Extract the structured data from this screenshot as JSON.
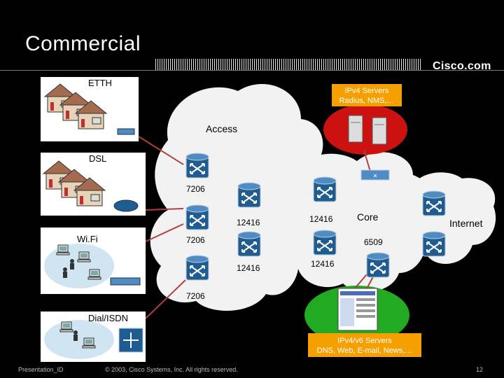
{
  "slide": {
    "title": "Commercial",
    "brand": "Cisco.com",
    "footer_left": "Presentation_ID",
    "footer_center": "© 2003, Cisco Systems, Inc. All rights reserved.",
    "page_number": "12"
  },
  "access_panels": {
    "etth": "ETTH",
    "dsl": "DSL",
    "wifi": "Wi.Fi",
    "dial": "Dial/ISDN"
  },
  "cloud_labels": {
    "access": "Access",
    "core": "Core",
    "internet": "Internet"
  },
  "servers": {
    "ipv4": [
      "IPv4 Servers",
      "Radius, NMS,…"
    ],
    "ipv6": [
      "IPv4/v6 Servers",
      "DNS, Web, E-mail, News,…"
    ]
  },
  "routers": {
    "r7206a": "7206",
    "r7206b": "7206",
    "r7206c": "7206",
    "r12416a": "12416",
    "r12416b": "12416",
    "r12416c": "12416",
    "r12416d": "12416",
    "r6509": "6509"
  },
  "colors": {
    "background": "#000000",
    "cloud": "#f2f2f2",
    "router": "#1f5c91",
    "link": "#b04040",
    "ipv4_zone": "#cc1111",
    "ipv6_zone": "#22aa22",
    "label_box": "#f5a000"
  }
}
